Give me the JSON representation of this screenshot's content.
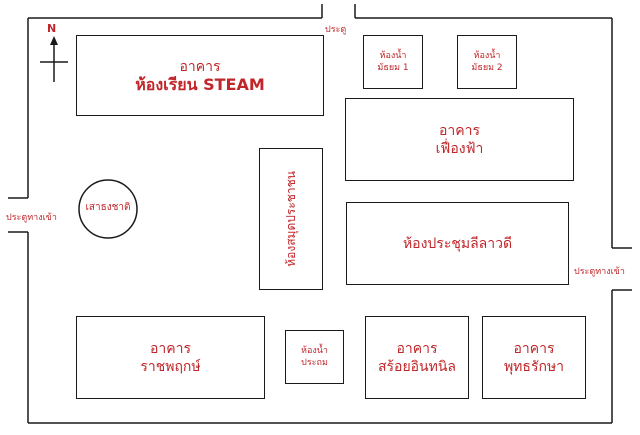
{
  "buildings": {
    "steam": {
      "line1": "อาคาร",
      "line2": "ห้องเรียน STEAM"
    },
    "restroom1": {
      "line1": "ห้องน้ำ",
      "line2": "มัธยม 1"
    },
    "restroom2": {
      "line1": "ห้องน้ำ",
      "line2": "มัธยม 2"
    },
    "fuengfa": {
      "line1": "อาคาร",
      "line2": "เฟื่องฟ้า"
    },
    "center_vertical": {
      "label": "ห้องสมุดประชาชน"
    },
    "meeting_room": {
      "label": "ห้องประชุมลีลาวดี"
    },
    "ratchaphruek": {
      "line1": "อาคาร",
      "line2": "ราชพฤกษ์"
    },
    "restroom_primary": {
      "line1": "ห้องน้ำ",
      "line2": "ประถม"
    },
    "soiinthanin": {
      "line1": "อาคาร",
      "line2": "สร้อยอินทนิล"
    },
    "phutthaksa": {
      "line1": "อาคาร",
      "line2": "พุทธรักษา"
    }
  },
  "flagpole": {
    "label": "เสาธงชาติ"
  },
  "gates": {
    "top": "ประตู",
    "left": "ประตูทางเข้า",
    "right": "ประตูทางเข้า"
  },
  "compass": {
    "north": "N"
  },
  "colors": {
    "label": "#c0262a",
    "line": "#1a1a1a"
  }
}
